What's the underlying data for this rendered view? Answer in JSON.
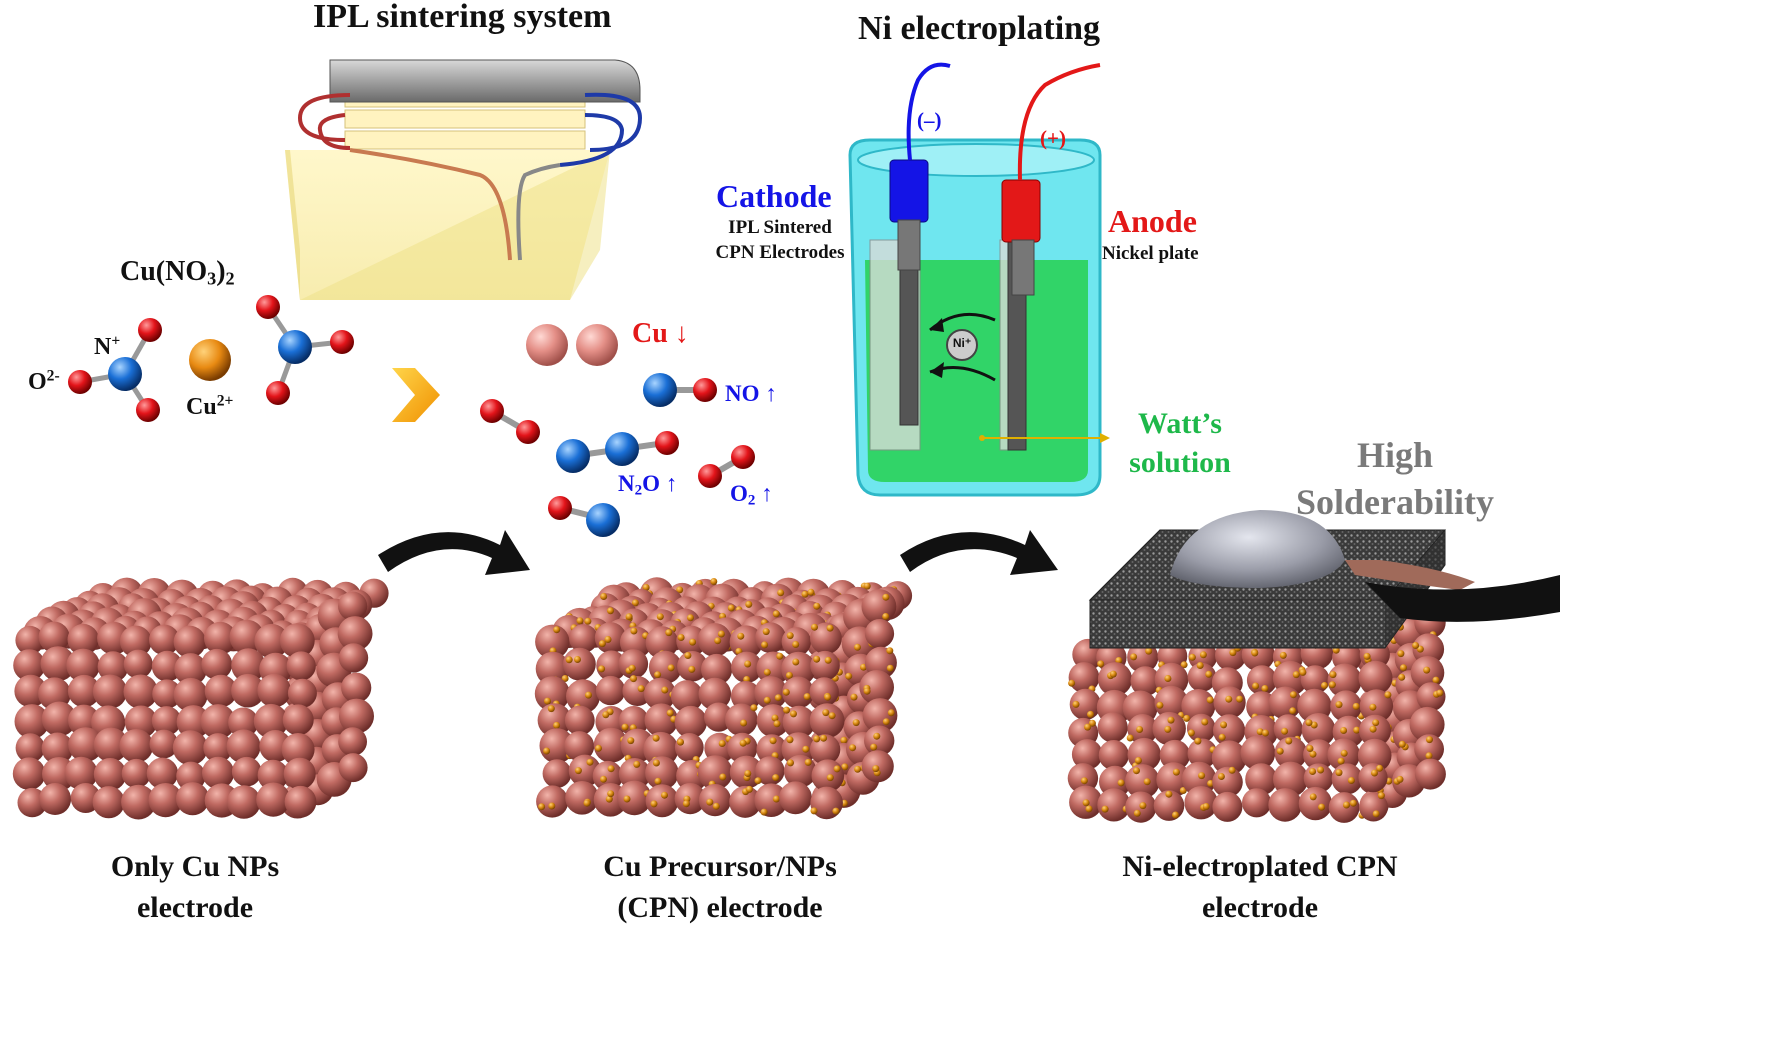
{
  "labels": {
    "ipl_title": "IPL sintering system",
    "ni_title": "Ni electroplating",
    "cathode": "Cathode",
    "cathode_sub1": "IPL Sintered",
    "cathode_sub2": "CPN Electrodes",
    "anode": "Anode",
    "anode_sub": "Nickel plate",
    "minus": "(–)",
    "plus": "(+)",
    "ni_ion": "Ni⁺",
    "watts_1": "Watt’s",
    "watts_2": "solution",
    "high_1": "High",
    "high_2": "Solderability",
    "cu_nitrate_main": "Cu(NO",
    "cu_nitrate_sub3": "3",
    "cu_nitrate_close": ")",
    "cu_nitrate_sub2": "2",
    "n_plus_base": "N",
    "n_plus_sup": "+",
    "o2_base": "O",
    "o2_sup": "2-",
    "cu2_base": "Cu",
    "cu2_sup": "2+",
    "cu_down": "Cu ↓",
    "no_up": "NO ↑",
    "n2o_n": "N",
    "n2o_sub": "2",
    "n2o_rest": "O ↑",
    "o2_gas_base": "O",
    "o2_gas_sub": "2",
    "o2_gas_arrow": " ↑",
    "cap1_1": "Only Cu NPs",
    "cap1_2": "electrode",
    "cap2_1": "Cu Precursor/NPs",
    "cap2_2": "(CPN) electrode",
    "cap3_1": "Ni-electroplated CPN",
    "cap3_2": "electrode"
  },
  "colors": {
    "cu_sphere": "#b8605a",
    "precursor": "#d6860f",
    "oxygen": "#e3141a",
    "nitrogen": "#1a6fd6",
    "cu_ion": "#e88a12",
    "beaker": "#3fd8e0",
    "solution": "#22d65e",
    "anode_clip": "#e31818",
    "cathode_clip": "#1414e6",
    "arrow_yellow": "#f8b400"
  },
  "icons": [
    "ipl-lamp-icon",
    "beaker-icon",
    "process-arrow-icon",
    "molecule-icon",
    "solder-joint-icon"
  ]
}
